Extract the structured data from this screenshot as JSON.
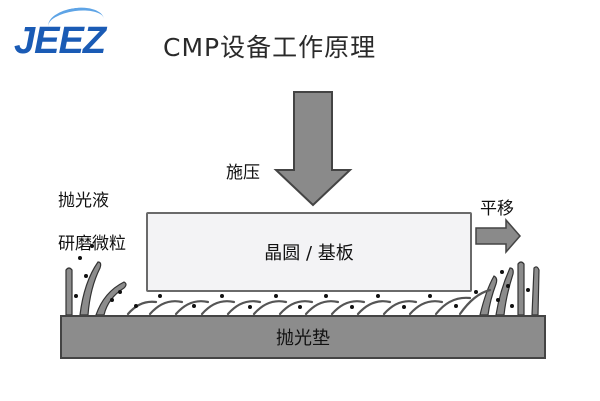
{
  "header": {
    "logo_text": "JEEZ",
    "title": "CMP设备工作原理"
  },
  "diagram": {
    "pressure_label": "施压",
    "slurry_label": "抛光液",
    "particle_label": "研磨微粒",
    "translation_label": "平移",
    "wafer_label": "晶圆 / 基板",
    "pad_label": "抛光垫"
  },
  "colors": {
    "brand_blue": "#1a5bb5",
    "arrow_gray": "#8a8a8a",
    "pad_gray": "#8c8c8c",
    "wafer_fill": "#f3f3f5"
  }
}
